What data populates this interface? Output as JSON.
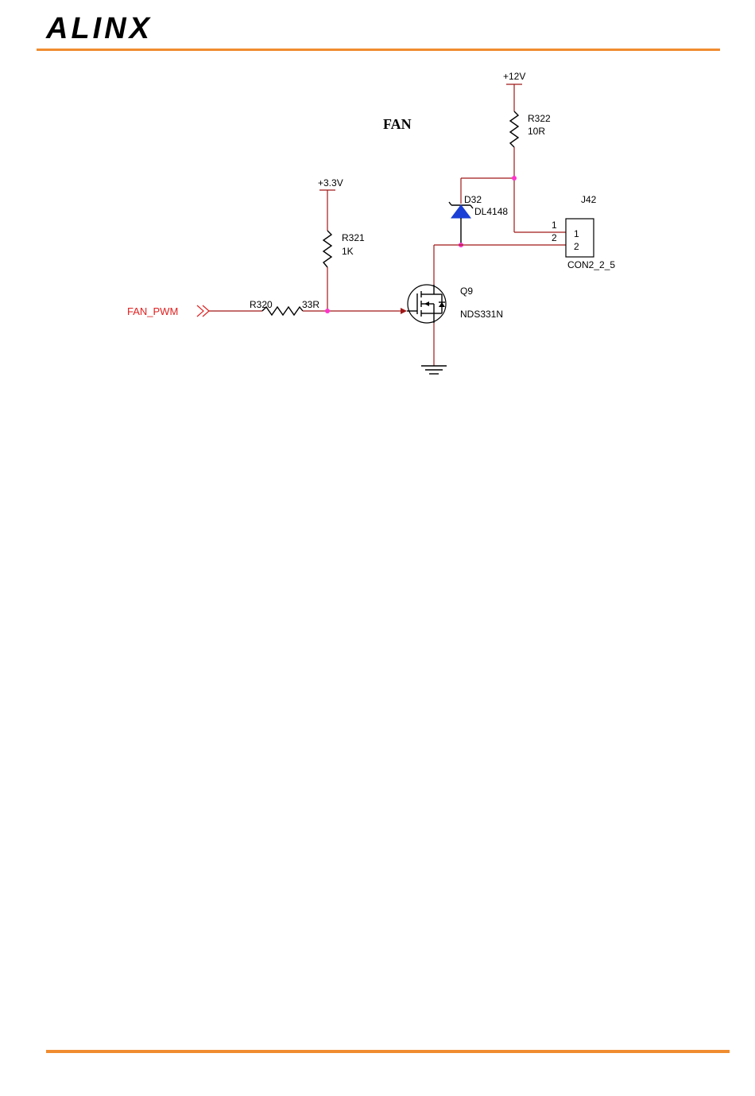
{
  "header": {
    "logo_text": "ALINX"
  },
  "schematic": {
    "title": "FAN",
    "signal": "FAN_PWM",
    "power": {
      "v12": "+12V",
      "v33": "+3.3V"
    },
    "r320": {
      "ref": "R320",
      "value": "33R"
    },
    "r321": {
      "ref": "R321",
      "value": "1K"
    },
    "r322": {
      "ref": "R322",
      "value": "10R"
    },
    "d32": {
      "ref": "D32",
      "value": "DL4148"
    },
    "q9": {
      "ref": "Q9",
      "value": "NDS331N"
    },
    "j42": {
      "ref": "J42",
      "value": "CON2_2_5",
      "pin1": "1",
      "pin2": "2"
    }
  },
  "colors": {
    "accent": "#f08c30",
    "wire": "#a01818",
    "signal": "#e02020",
    "node": "#ff33cc",
    "diode": "#1a3fd6"
  }
}
